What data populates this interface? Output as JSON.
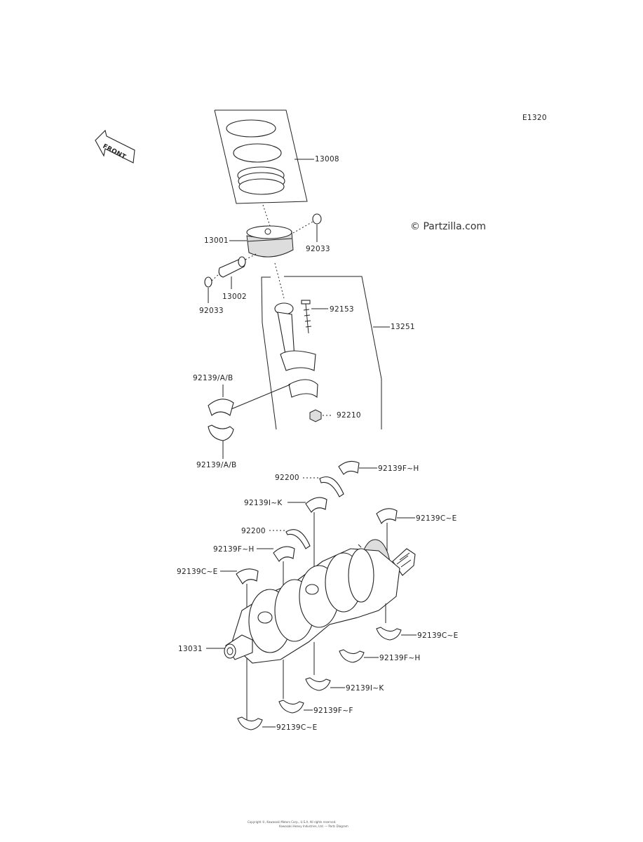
{
  "diagram_code": "E1320",
  "front_arrow_label": "FRONT",
  "watermark": "© Partzilla.com",
  "footer_lines": [
    "Copyright ©, Kawasaki Motors Corp., U.S.A. All rights reserved.",
    "Kawasaki Heavy Industries, Ltd. — Parts Diagram"
  ],
  "parts": {
    "p13008": "13008",
    "p13001": "13001",
    "p92033_right": "92033",
    "p13002": "13002",
    "p92033_left": "92033",
    "p92153": "92153",
    "p13251": "13251",
    "p92139ab_top": "92139/A/B",
    "p92210": "92210",
    "p92139ab_bottom": "92139/A/B",
    "p92139fh_top": "92139F~H",
    "p92200_top": "92200",
    "p92139ik_top": "92139I~K",
    "p92139ce_right": "92139C~E",
    "p92200_mid": "92200",
    "p92139fh_mid": "92139F~H",
    "p92139ce_left": "92139C~E",
    "p13031": "13031",
    "p92139ce_lowright": "92139C~E",
    "p92139fh_low": "92139F~H",
    "p92139ik_low": "92139I~K",
    "p92139fh_bottom": "92139F~F",
    "p92139ce_bottom": "92139C~E"
  }
}
